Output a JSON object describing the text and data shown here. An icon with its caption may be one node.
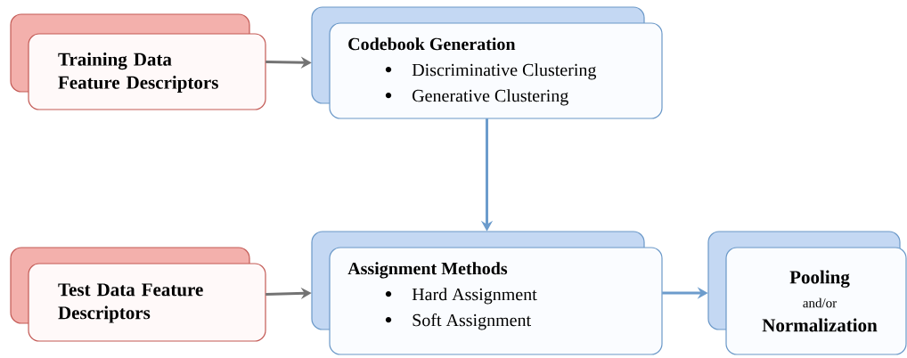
{
  "diagram": {
    "nodes": [
      {
        "text": [
          "Training Data Feature Descriptors"
        ]
      },
      {
        "text": [
          "Codebook Generation",
          "Discriminative Clustering",
          "Generative Clustering"
        ]
      },
      {
        "text": [
          "Test Data Feature Descriptors"
        ]
      },
      {
        "text": [
          "Assignment Methods",
          "Hard Assignment",
          "Soft Assignment"
        ]
      },
      {
        "text": [
          "Pooling",
          "and/or",
          "Normalization"
        ]
      }
    ],
    "edges": [
      {
        "from": 0,
        "to": 1,
        "arrow": "to",
        "color": "#737373"
      },
      {
        "from": 1,
        "to": 3,
        "arrow": "to",
        "color": "#6c9ccc"
      },
      {
        "from": 2,
        "to": 3,
        "arrow": "to",
        "color": "#737373"
      },
      {
        "from": 3,
        "to": 4,
        "arrow": "to",
        "color": "#6c9ccc"
      }
    ]
  }
}
